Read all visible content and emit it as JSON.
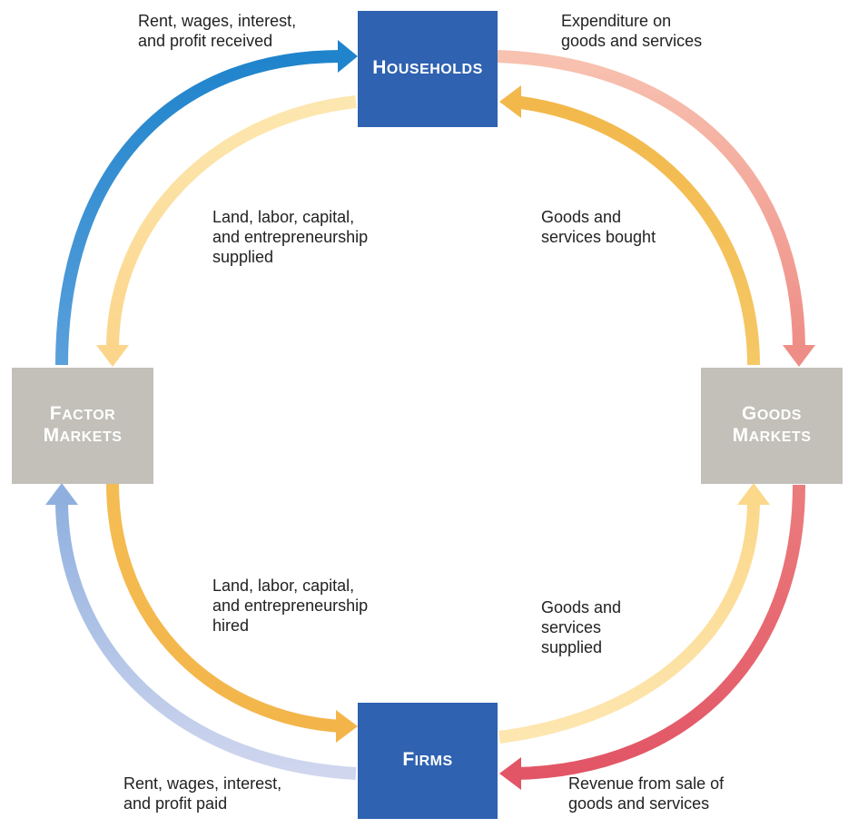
{
  "nodes": {
    "households": {
      "lines": [
        "Households"
      ]
    },
    "factor_markets": {
      "lines": [
        "Factor",
        "Markets"
      ]
    },
    "goods_markets": {
      "lines": [
        "Goods",
        "Markets"
      ]
    },
    "firms": {
      "lines": [
        "Firms"
      ]
    }
  },
  "labels": {
    "rent_received": [
      "Rent, wages, interest,",
      "and profit received"
    ],
    "expenditure": [
      "Expenditure on",
      "goods and services"
    ],
    "factors_supplied": [
      "Land, labor, capital,",
      "and entrepreneurship",
      "supplied"
    ],
    "goods_bought": [
      "Goods and",
      "services bought"
    ],
    "factors_hired": [
      "Land, labor, capital,",
      "and entrepreneurship",
      "hired"
    ],
    "goods_supplied": [
      "Goods and",
      "services",
      "supplied"
    ],
    "rent_paid": [
      "Rent, wages, interest,",
      "and profit paid"
    ],
    "revenue": [
      "Revenue from sale of",
      "goods and services"
    ]
  },
  "colors": {
    "box_blue": "#2f62b0",
    "box_gray": "#c2c0b9",
    "money_outer_left_top": "#1f84cc",
    "money_outer_left_bottom": "#c9d0ec",
    "real_inner_light": "#fbdc95",
    "real_inner_dark": "#f2b84b",
    "money_outer_right_top": "#f7b9a6",
    "money_outer_right_bottom": "#e35d6a"
  }
}
